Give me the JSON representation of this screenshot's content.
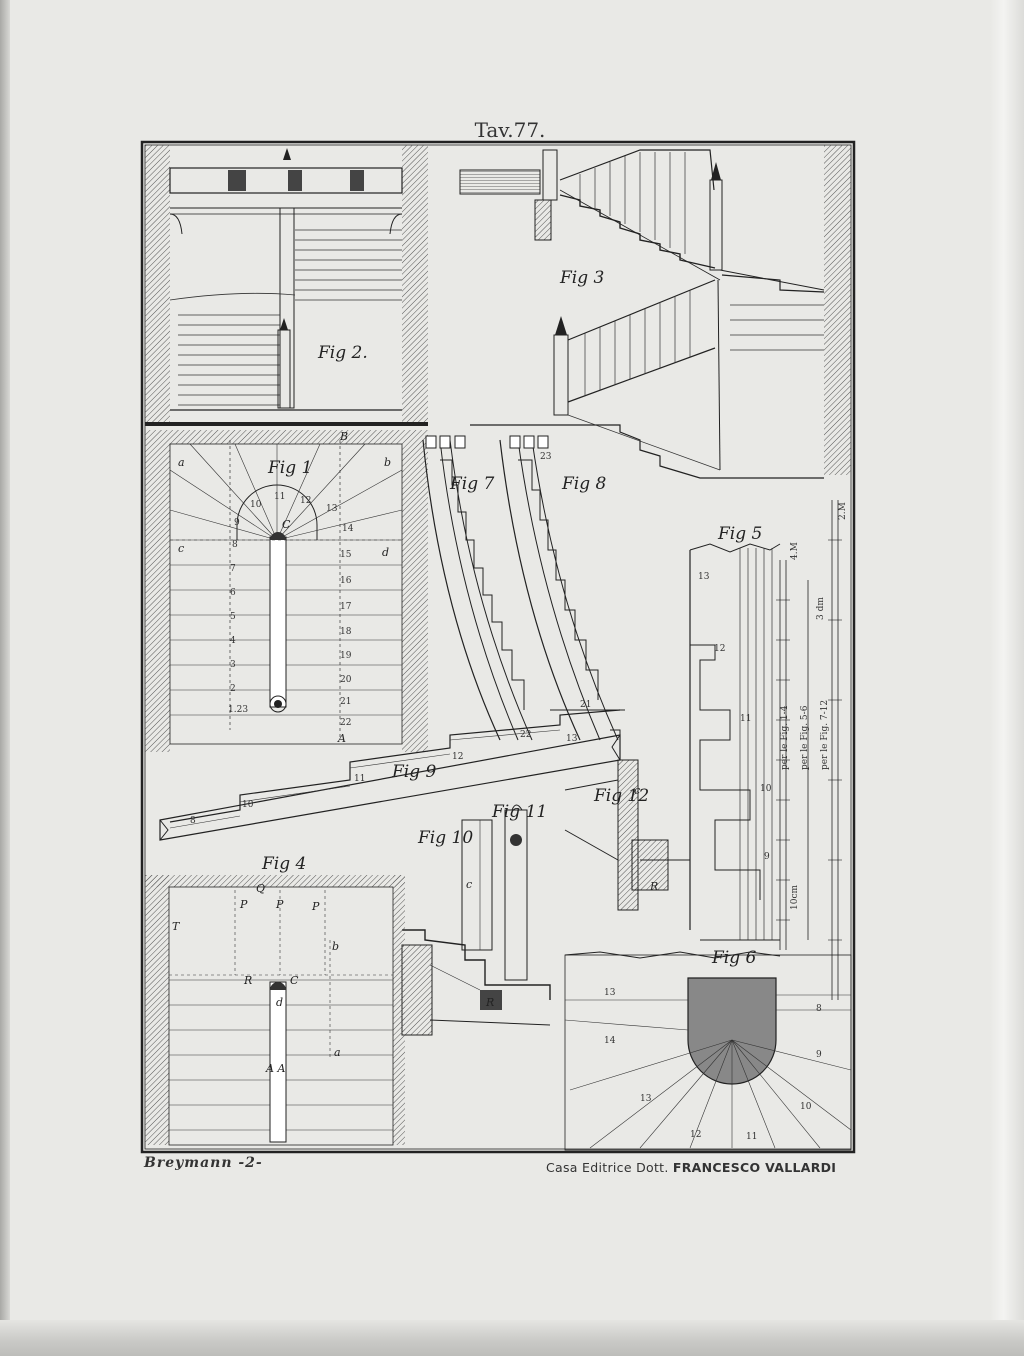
{
  "plate": {
    "title": "Tav.77."
  },
  "figures": {
    "fig1": "Fig 1",
    "fig2": "Fig 2.",
    "fig3": "Fig 3",
    "fig4": "Fig 4",
    "fig5": "Fig 5",
    "fig6": "Fig 6",
    "fig7": "Fig 7",
    "fig8": "Fig 8",
    "fig9": "Fig 9",
    "fig10": "Fig 10",
    "fig11": "Fig 11",
    "fig12": "Fig 12"
  },
  "fig1_letters": [
    "a",
    "b",
    "c",
    "d",
    "B",
    "A",
    "C"
  ],
  "fig1_step_numbers": [
    "1.23",
    "2",
    "3",
    "4",
    "5",
    "6",
    "7",
    "8",
    "9",
    "10",
    "11",
    "12",
    "13",
    "14",
    "15",
    "16",
    "17",
    "18",
    "19",
    "20",
    "21",
    "22"
  ],
  "fig4_letters": [
    "T",
    "P",
    "P",
    "P",
    "Q",
    "b",
    "R",
    "C",
    "d",
    "a",
    "A A"
  ],
  "fig5_numbers": [
    "13",
    "12",
    "11",
    "10",
    "9"
  ],
  "fig6_numbers": [
    "13",
    "14",
    "13",
    "12",
    "11",
    "10",
    "9",
    "8"
  ],
  "fig9_numbers": [
    "8",
    "10",
    "11",
    "12"
  ],
  "fig7_8_numbers": [
    "21",
    "22",
    "23",
    "13"
  ],
  "fig10_letters": [
    "c",
    "R"
  ],
  "fig12_letters": [
    "c",
    "R"
  ],
  "scale": {
    "label_1": "per le Fig. 1-4",
    "label_2": "per le Fig. 5-6",
    "label_3": "per le Fig. 7-12",
    "unit_m": "4.M",
    "unit_2m": "2.M",
    "unit_dm": "3 dm",
    "unit_cm": "10cm"
  },
  "footer": {
    "author": "Breymann -2-",
    "publisher_prefix": "Casa Editrice Dott.",
    "publisher_name": "FRANCESCO VALLARDI"
  }
}
